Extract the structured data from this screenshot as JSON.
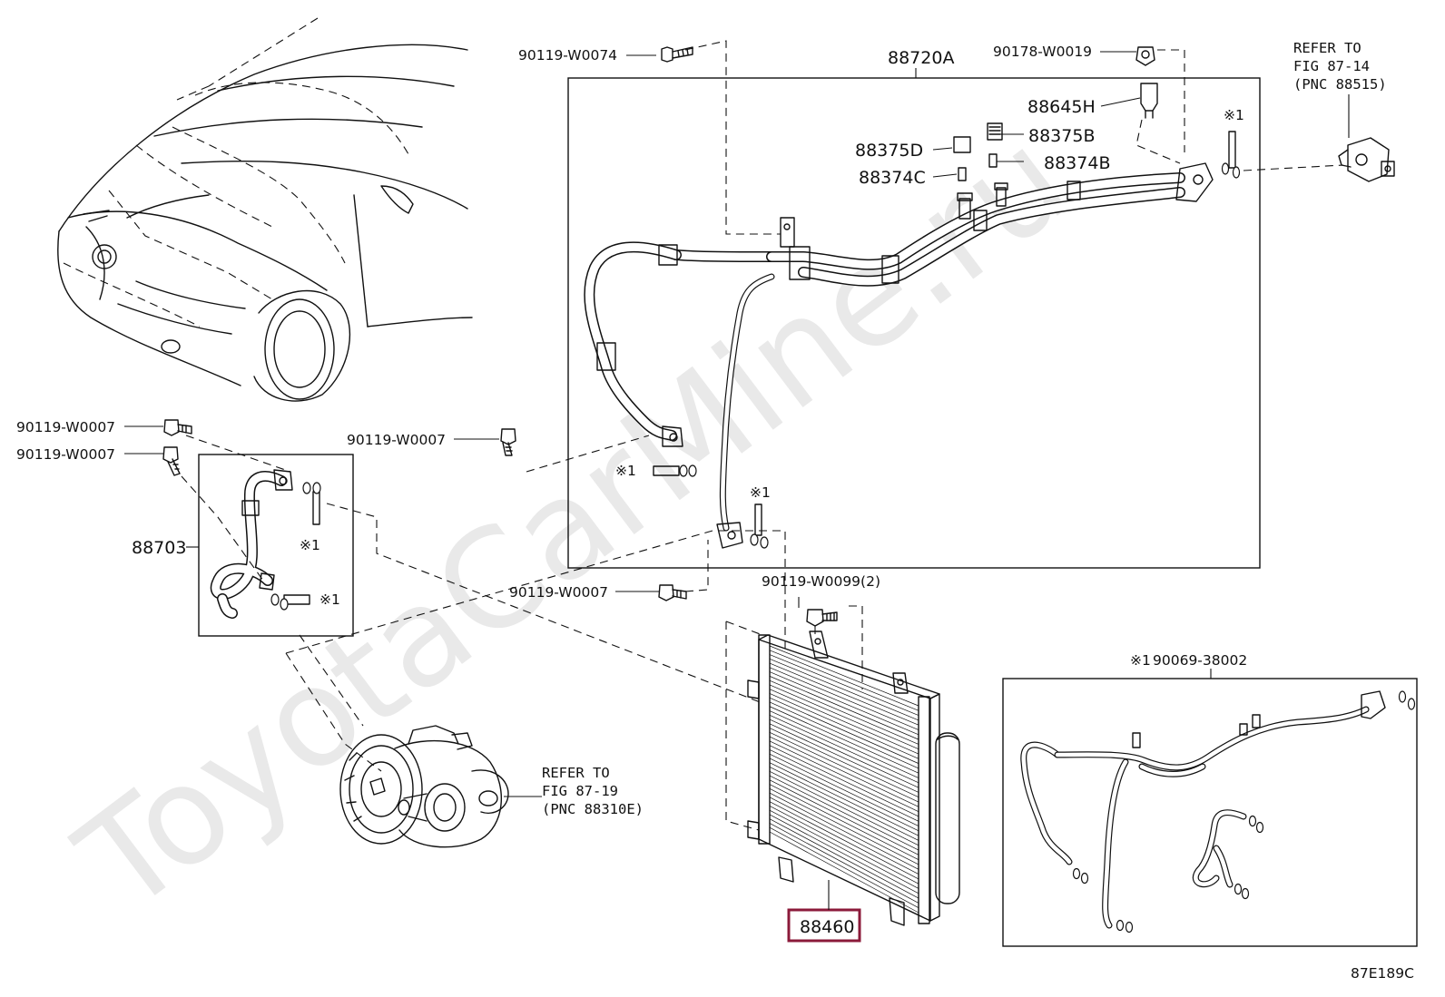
{
  "watermark": "ToyotaCarMine.ru",
  "highlight_color": "#8b1a3a",
  "labels": {
    "p_90119_w0074": "90119-W0074",
    "p_88720a": "88720A",
    "p_90178_w0019": "90178-W0019",
    "p_88645h": "88645H",
    "p_88375b": "88375B",
    "p_88375d": "88375D",
    "p_88374b": "88374B",
    "p_88374c": "88374C",
    "p_90119_w0007_a": "90119-W0007",
    "p_90119_w0007_b": "90119-W0007",
    "p_90119_w0007_c": "90119-W0007",
    "p_90119_w0007_d": "90119-W0007",
    "p_88703": "88703",
    "p_90119_w0099": "90119-W0099(2)",
    "p_88460": "88460",
    "p_90069_38002": "90069-38002",
    "note_mark": "※1",
    "figure_code": "87E189C"
  },
  "refs": {
    "r1": {
      "line1": "REFER TO",
      "line2": "FIG 87-14",
      "line3": "(PNC 88515)"
    },
    "r2": {
      "line1": "REFER TO",
      "line2": "FIG 87-19",
      "line3": "(PNC 88310E)"
    }
  }
}
